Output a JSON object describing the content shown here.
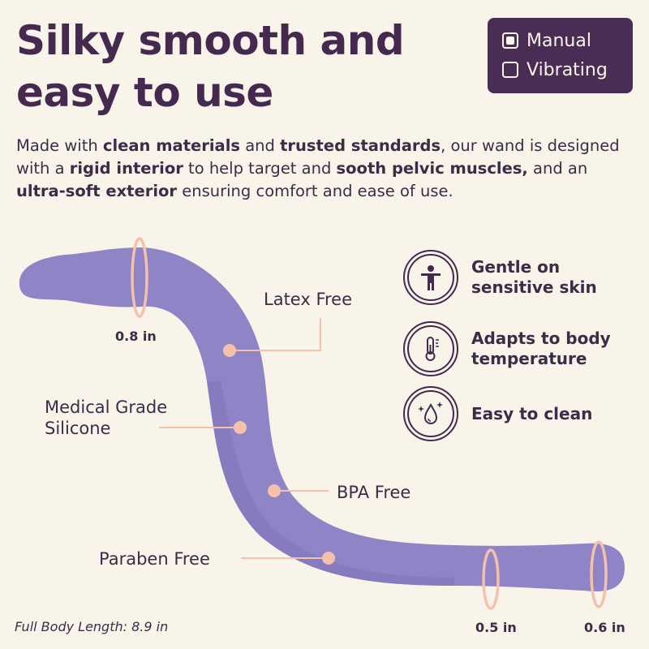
{
  "headline": "Silky smooth and easy to use",
  "options": {
    "manual": {
      "label": "Manual",
      "checked": true
    },
    "vibrating": {
      "label": "Vibrating",
      "checked": false
    }
  },
  "intro": {
    "p1": "Made with ",
    "b1": "clean materials",
    "p2": " and ",
    "b2": "trusted standards",
    "p3": ", our wand is designed with a ",
    "b3": "rigid interior",
    "p4": " to help target and ",
    "b4": "sooth pelvic muscles,",
    "p5": " and an ",
    "b5": "ultra-soft exterior",
    "p6": " ensuring comfort and ease of use."
  },
  "callouts": {
    "latex": "Latex Free",
    "medical_line1": "Medical Grade",
    "medical_line2": "Silicone",
    "bpa": "BPA Free",
    "paraben": "Paraben Free"
  },
  "measurements": {
    "tip": "0.8 in",
    "shaft": "0.5 in",
    "end": "0.6 in"
  },
  "footer": "Full Body Length: 8.9 in",
  "features": [
    {
      "icon": "person-icon",
      "line1": "Gentle on",
      "line2": "sensitive skin"
    },
    {
      "icon": "thermometer-icon",
      "line1": "Adapts to body",
      "line2": "temperature"
    },
    {
      "icon": "water-drop-sparkle-icon",
      "line1": "Easy to clean",
      "line2": ""
    }
  ],
  "colors": {
    "background": "#f9f4ea",
    "brand_purple": "#45294f",
    "wand_purple": "#8f84c6",
    "accent_peach": "#f4c1ad"
  }
}
